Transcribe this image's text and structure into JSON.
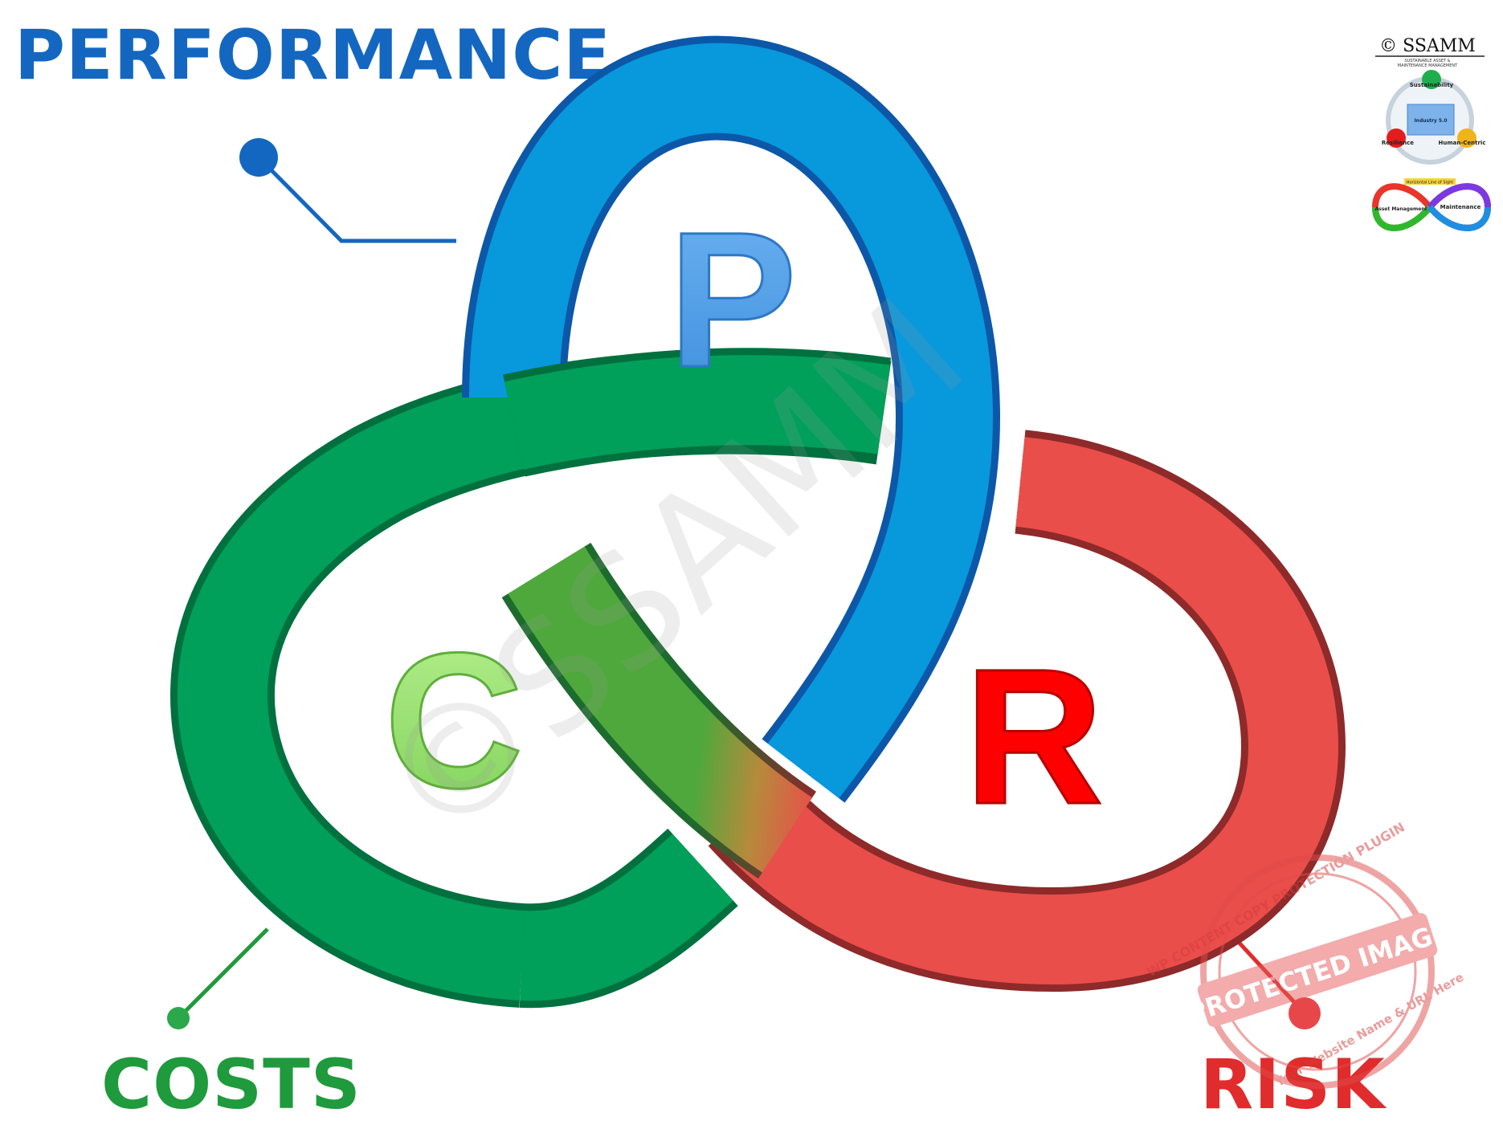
{
  "labels": {
    "performance": "PERFORMANCE",
    "costs": "COSTS",
    "risk": "RISK"
  },
  "letters": {
    "p": "P",
    "c": "C",
    "r": "R"
  },
  "watermark": {
    "text": "©SSAMM"
  },
  "logo": {
    "title": "© SSAMM",
    "tagline1": "SUSTAINABLE ASSET &",
    "tagline2": "MAINTENANCE MANAGEMENT",
    "sustainability": "Sustainability",
    "industry": "Industry 5.0",
    "resilience": "Resilience",
    "human_centric": "Human-Centric",
    "horizontal": "Horizontal Line of Sight",
    "asset_management": "Asset Management",
    "maintenance": "Maintenance"
  },
  "stamp": {
    "line1": "WP CONTENT COPY PROTECTION PLUGIN",
    "line2": "PROTECTED IMAGE",
    "line3": "Your Website Name & URL Here"
  },
  "colors": {
    "performance": "#1467c0",
    "costs": "#1f9a3c",
    "risk": "#e02c2c",
    "blue_band": "#0898dc",
    "green_band": "#00a05a",
    "red_band": "#ea4e4a"
  }
}
